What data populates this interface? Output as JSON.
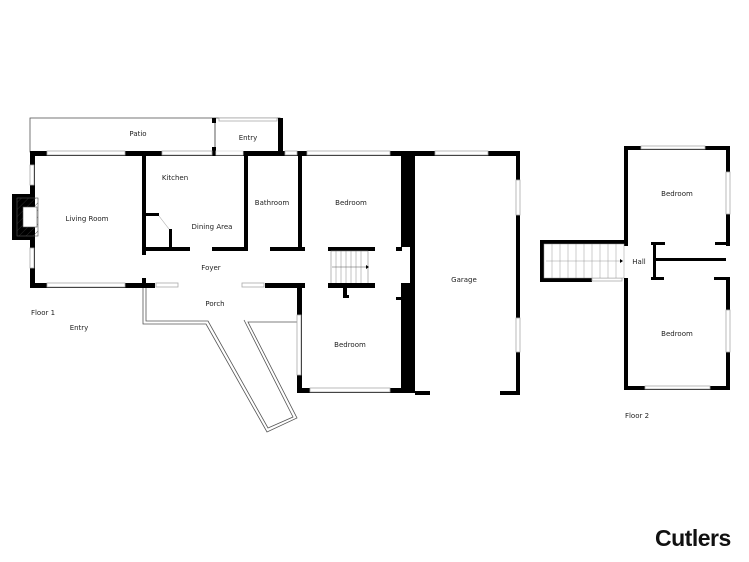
{
  "floor1": {
    "label": "Floor 1",
    "rooms": {
      "patio": "Patio",
      "entry_top": "Entry",
      "kitchen": "Kitchen",
      "dining": "Dining Area",
      "living": "Living Room",
      "bathroom": "Bathroom",
      "bedroom_upper": "Bedroom",
      "foyer": "Foyer",
      "porch": "Porch",
      "bedroom_lower": "Bedroom",
      "garage": "Garage",
      "entry_outside": "Entry"
    }
  },
  "floor2": {
    "label": "Floor 2",
    "rooms": {
      "bedroom_upper": "Bedroom",
      "hall": "Hall",
      "bedroom_lower": "Bedroom"
    }
  },
  "brand": {
    "logo": "Cutlers"
  }
}
